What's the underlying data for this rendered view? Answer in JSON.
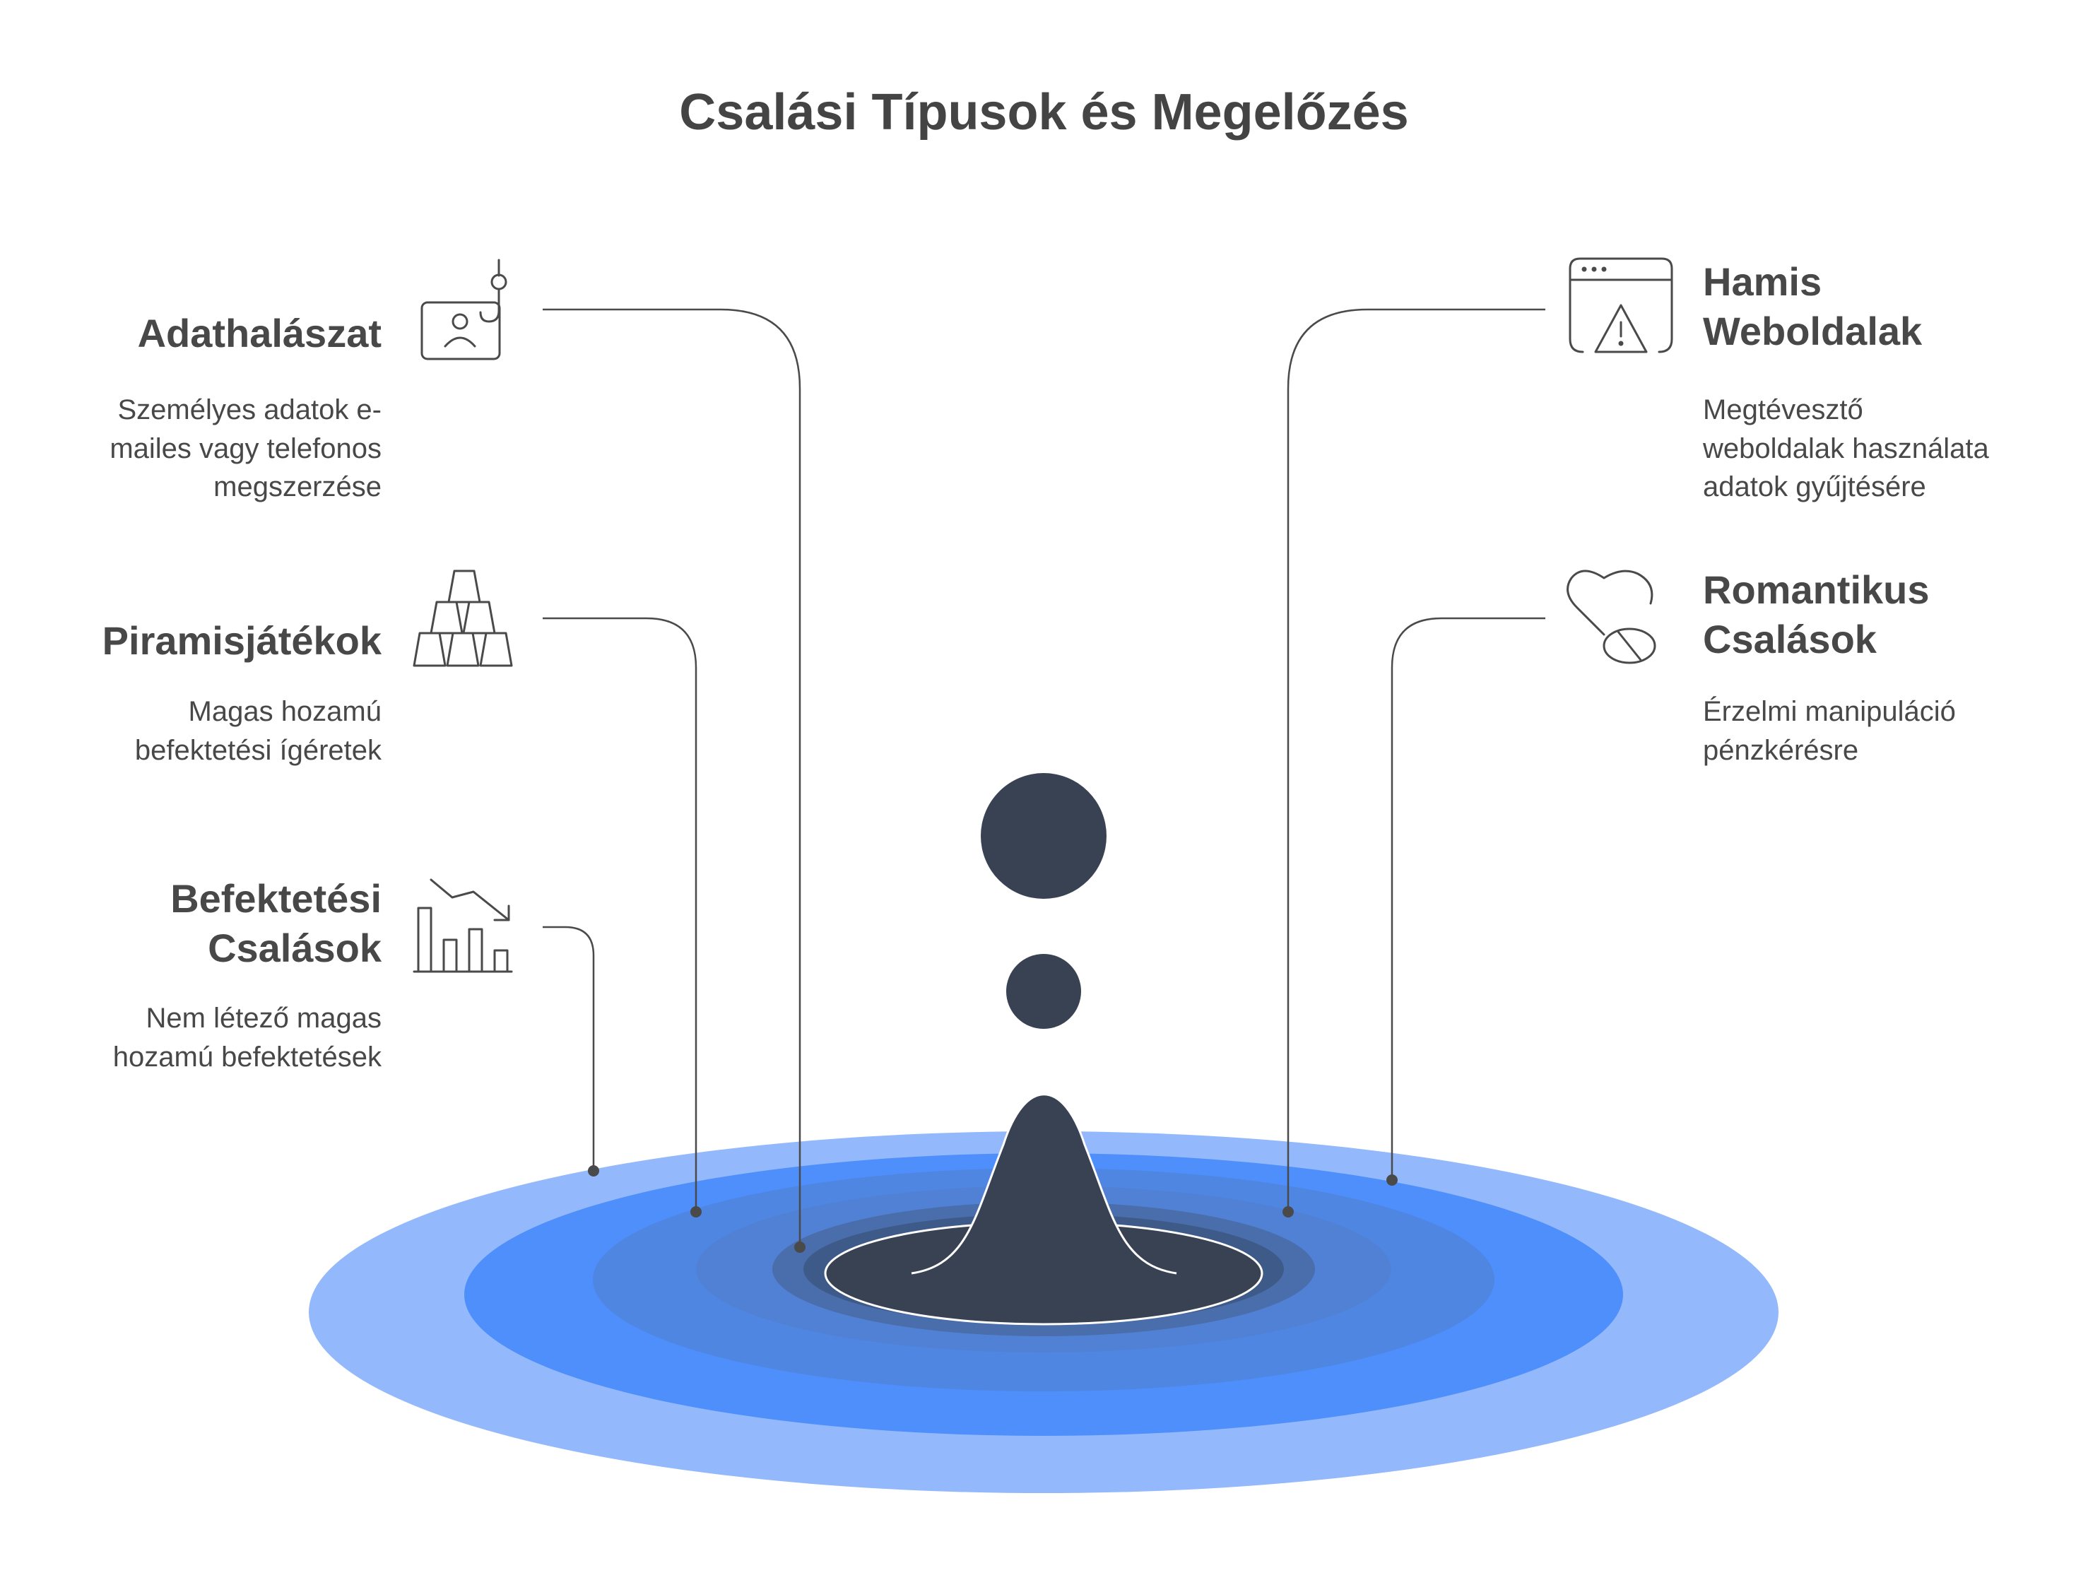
{
  "title": "Csalási Típusok és Megelőzés",
  "colors": {
    "text": "#484848",
    "drop": "#394253",
    "ripple_outer": "#93b9fc",
    "ripple_2": "#4e8ffb",
    "ripple_3": "#4f86e2",
    "ripple_4": "#5181d5",
    "ripple_5": "#4a6dab",
    "ripple_6": "#3d5a89"
  },
  "items": {
    "phishing": {
      "title_lines": [
        "Adathalászat"
      ],
      "desc_lines": [
        "Személyes adatok e-",
        "mailes vagy telefonos",
        "megszerzése"
      ],
      "icon": "phishing-hook-icon"
    },
    "pyramid": {
      "title_lines": [
        "Piramisjátékok"
      ],
      "desc_lines": [
        "Magas hozamú",
        "befektetési ígéretek"
      ],
      "icon": "pyramid-stack-icon"
    },
    "investment": {
      "title_lines": [
        "Befektetési",
        "Csalások"
      ],
      "desc_lines": [
        "Nem létező magas",
        "hozamú befektetések"
      ],
      "icon": "declining-chart-icon"
    },
    "fake_sites": {
      "title_lines": [
        "Hamis",
        "Weboldalak"
      ],
      "desc_lines": [
        "Megtévesztő",
        "weboldalak használata",
        "adatok gyűjtésére"
      ],
      "icon": "browser-warning-icon"
    },
    "romance": {
      "title_lines": [
        "Romantikus",
        "Csalások"
      ],
      "desc_lines": [
        "Érzelmi manipuláció",
        "pénzkérésre"
      ],
      "icon": "broken-heart-pill-icon"
    }
  }
}
